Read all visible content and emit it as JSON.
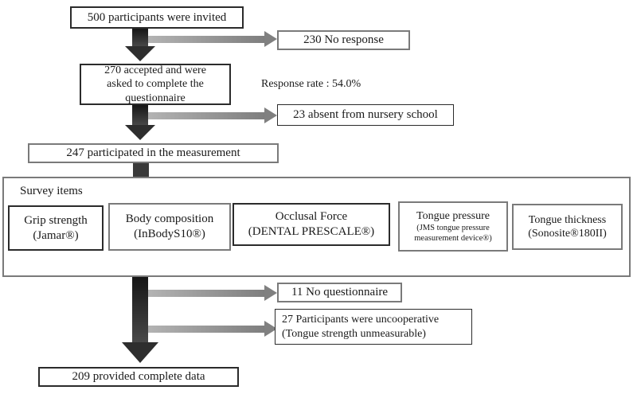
{
  "colors": {
    "dark_arrow": "#2e2e2e",
    "light_arrow": "#808080",
    "box_border_dark": "#2b2b2b",
    "box_border_gray": "#7a7a7a",
    "background": "#ffffff"
  },
  "flow": {
    "invited": "500 participants were invited",
    "no_response": "230 No response",
    "accepted": {
      "line1": "270 accepted and were",
      "line2": "asked to complete the questionnaire"
    },
    "response_rate": "Response rate : 54.0%",
    "absent": "23 absent from nursery school",
    "measurement": "247 participated in the measurement",
    "no_questionnaire": "11 No questionnaire",
    "uncooperative": {
      "line1": "27 Participants were uncooperative",
      "line2": "(Tongue strength unmeasurable)"
    },
    "complete": "209 provided complete data"
  },
  "survey": {
    "title": "Survey items",
    "items": [
      {
        "line1": "Grip strength",
        "line2": "(Jamar®)"
      },
      {
        "line1": "Body composition",
        "line2": "(InBodyS10®)"
      },
      {
        "line1": "Occlusal Force",
        "line2": "(DENTAL PRESCALE®)"
      },
      {
        "line1": "Tongue pressure",
        "line2": "(JMS tongue pressure",
        "line3": "measurement device®)"
      },
      {
        "line1": "Tongue thickness",
        "line2": "(Sonosite®180II)"
      }
    ]
  }
}
